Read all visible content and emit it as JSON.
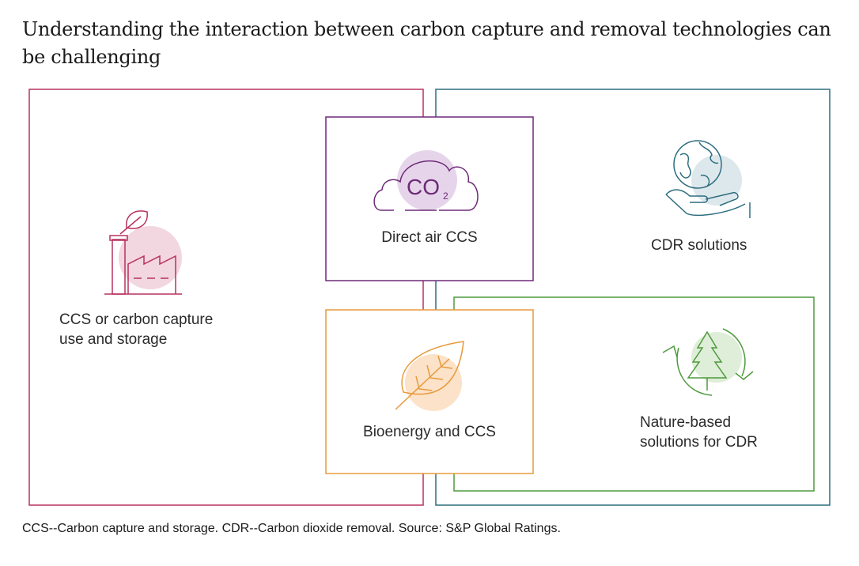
{
  "title": "Understanding the interaction between carbon capture and removal technologies can be challenging",
  "labels": {
    "ccs_line1": "CCS or carbon capture",
    "ccs_line2": "use and storage",
    "dac": "Direct air CCS",
    "cdr": "CDR solutions",
    "beccs": "Bioenergy and CCS",
    "nature_line1": "Nature-based",
    "nature_line2": "solutions for CDR"
  },
  "icons": {
    "dac_text": "CO",
    "dac_subscript": "2"
  },
  "footnote": "CCS--Carbon capture and storage. CDR--Carbon dioxide removal. Source: S&P Global Ratings.",
  "colors": {
    "ccs": "#b8325e",
    "cdr": "#2e6e80",
    "dac": "#6e2a78",
    "beccs": "#e89a3c",
    "nature": "#4f9a3e"
  }
}
